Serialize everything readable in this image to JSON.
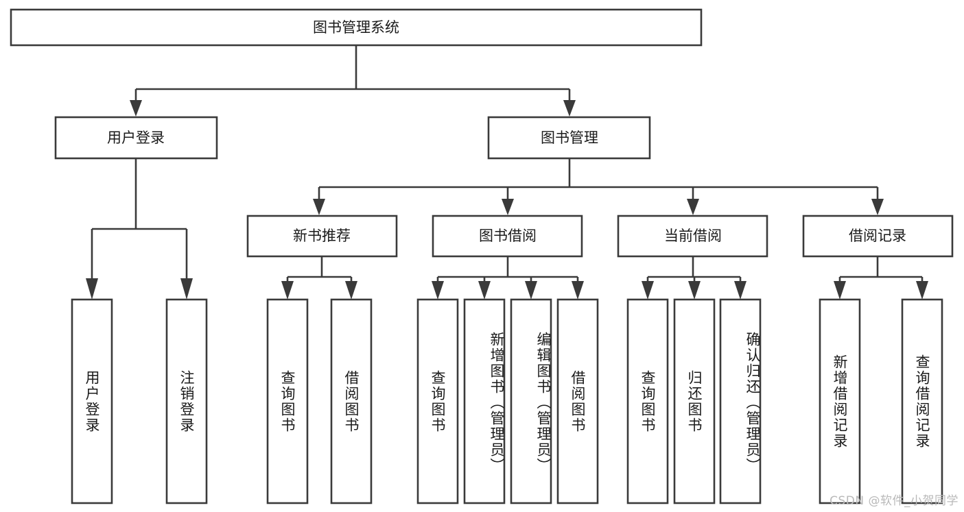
{
  "diagram": {
    "title": "图书管理系统",
    "type": "tree-hierarchy",
    "watermark": "CSDN @软件_小贺同学",
    "colors": {
      "stroke": "#3a3a3a",
      "fill": "#ffffff",
      "text": "#1a1a1a",
      "watermark": "#b9b9b9",
      "background": "#ffffff"
    },
    "levels": {
      "root": {
        "label": "图书管理系统"
      },
      "level2": [
        {
          "label": "用户登录"
        },
        {
          "label": "图书管理"
        }
      ],
      "level3": [
        {
          "label": "新书推荐"
        },
        {
          "label": "图书借阅"
        },
        {
          "label": "当前借阅"
        },
        {
          "label": "借阅记录"
        }
      ],
      "leaves": {
        "user_login": [
          {
            "label": "用户登录"
          },
          {
            "label": "注销登录"
          }
        ],
        "new_book_recommend": [
          {
            "label": "查询图书"
          },
          {
            "label": "借阅图书"
          }
        ],
        "book_borrow": [
          {
            "label": "查询图书"
          },
          {
            "label": "新增图书（管理员）"
          },
          {
            "label": "编辑图书（管理员）"
          },
          {
            "label": "借阅图书"
          }
        ],
        "current_borrow": [
          {
            "label": "查询图书"
          },
          {
            "label": "归还图书"
          },
          {
            "label": "确认归还（管理员）"
          }
        ],
        "borrow_record": [
          {
            "label": "新增借阅记录"
          },
          {
            "label": "查询借阅记录"
          }
        ]
      }
    }
  }
}
